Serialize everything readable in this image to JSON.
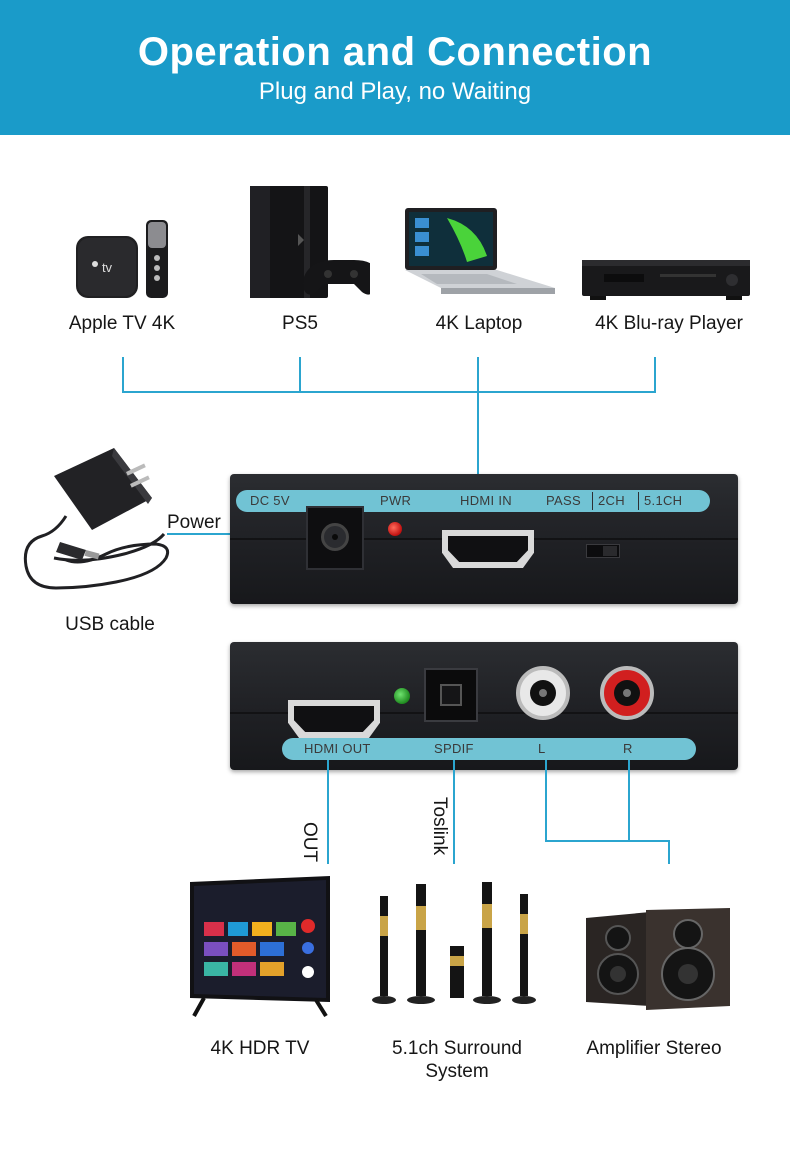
{
  "header": {
    "title": "Operation and Connection",
    "subtitle": "Plug and Play, no Waiting"
  },
  "sources": [
    {
      "label": "Apple TV 4K"
    },
    {
      "label": "PS5"
    },
    {
      "label": "4K Laptop"
    },
    {
      "label": "4K Blu-ray Player"
    }
  ],
  "power": {
    "power_label": "Power",
    "cable_label": "USB cable"
  },
  "front_panel": {
    "dc": "DC 5V",
    "pwr": "PWR",
    "hdmi_in": "HDMI IN",
    "pass": "PASS",
    "ch2": "2CH",
    "ch51": "5.1CH"
  },
  "rear_panel": {
    "hdmi_out": "HDMI OUT",
    "spdif": "SPDIF",
    "l": "L",
    "r": "R"
  },
  "connections": {
    "out": "OUT",
    "toslink": "Toslink"
  },
  "outputs": [
    {
      "label": "4K HDR TV"
    },
    {
      "label": "5.1ch Surround System"
    },
    {
      "label": "Amplifier Stereo"
    }
  ],
  "colors": {
    "banner": "#1a9bc9",
    "wire": "#2ba5cf",
    "strip": "#71c3d4",
    "device_body": "#1f2024"
  }
}
